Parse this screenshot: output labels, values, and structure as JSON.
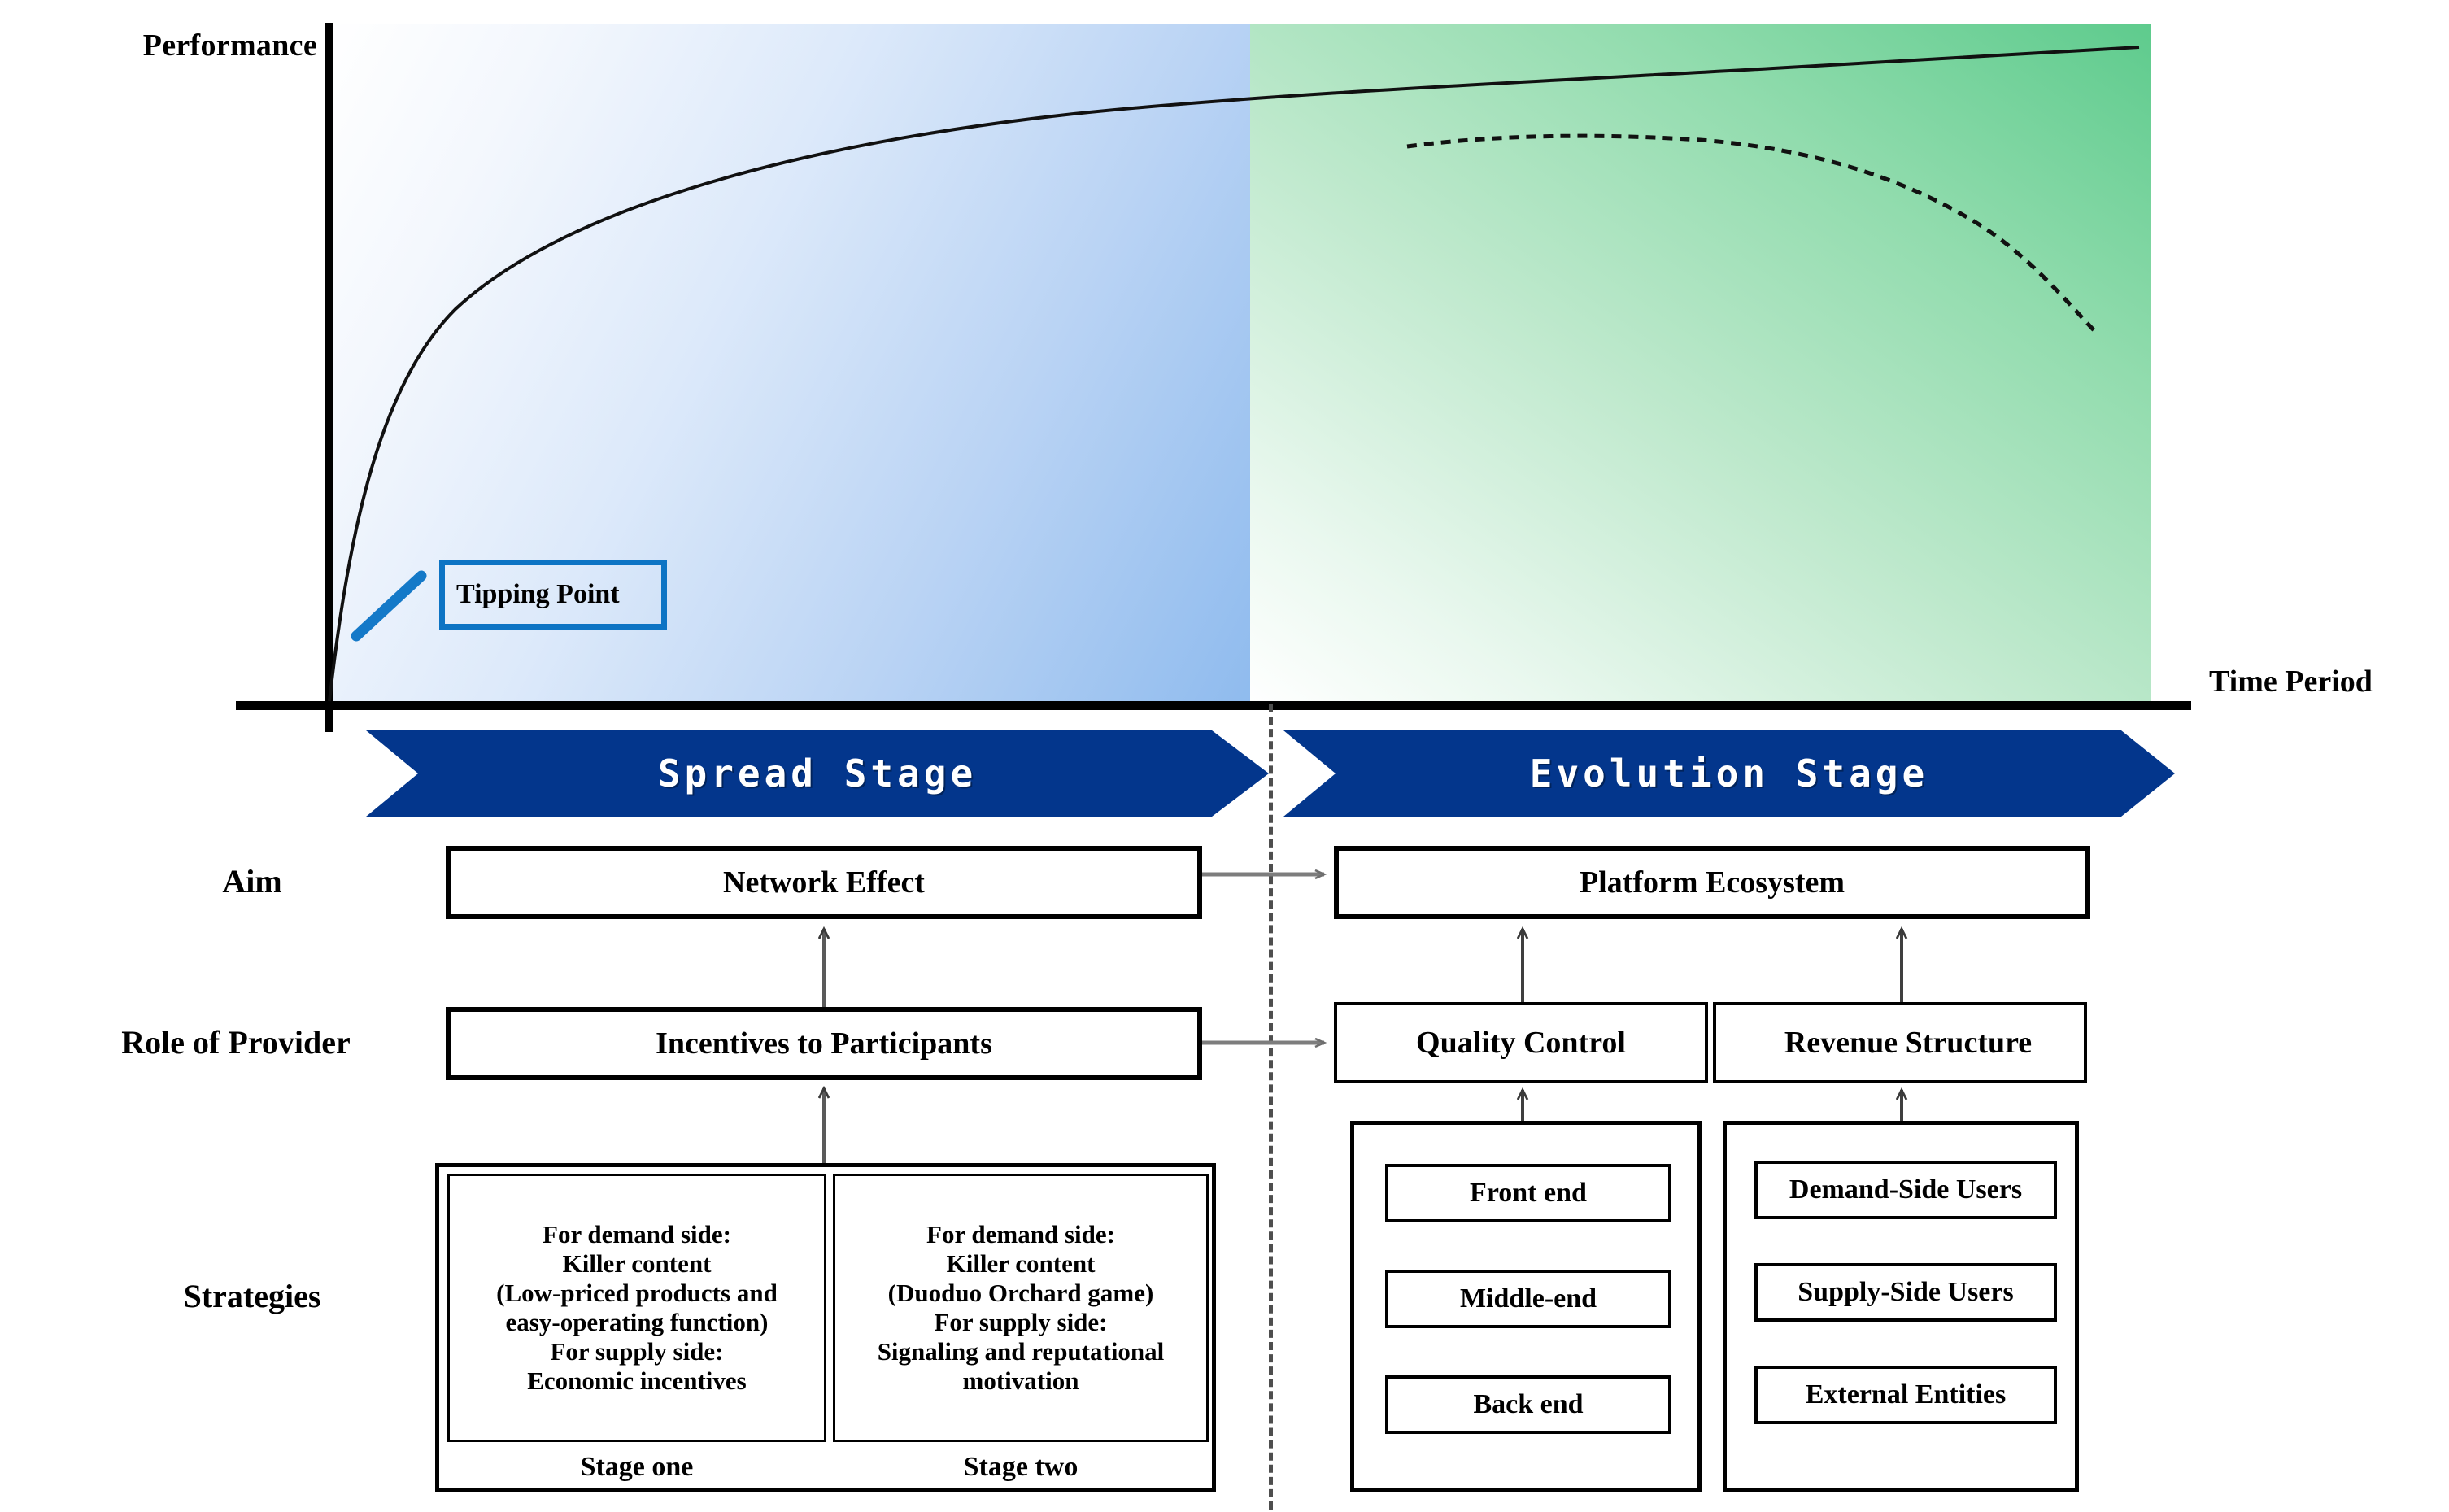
{
  "chart_data": {
    "type": "line",
    "title": "",
    "xlabel": "Time Period",
    "ylabel": "Performance",
    "grid": false,
    "legend": "none",
    "annotations": [
      {
        "label": "Tipping Point",
        "note": "early inflection on the growth curve near the origin"
      }
    ],
    "regions": [
      {
        "label": "Spread Stage",
        "fill": "blue-gradient",
        "x_range": [
          0,
          0.52
        ]
      },
      {
        "label": "Evolution Stage",
        "fill": "green-gradient",
        "x_range": [
          0.52,
          1.0
        ]
      }
    ],
    "series": [
      {
        "name": "Continued growth (solid)",
        "style": "solid",
        "x": [
          0.0,
          0.03,
          0.07,
          0.12,
          0.2,
          0.3,
          0.42,
          0.52,
          0.62,
          0.74,
          0.86,
          1.0
        ],
        "y": [
          0.0,
          0.28,
          0.47,
          0.6,
          0.71,
          0.79,
          0.85,
          0.88,
          0.9,
          0.93,
          0.96,
          1.0
        ]
      },
      {
        "name": "Decline (dashed)",
        "style": "dashed",
        "x": [
          0.52,
          0.6,
          0.68,
          0.76,
          0.84,
          0.9,
          0.95,
          1.0
        ],
        "y": [
          0.88,
          0.89,
          0.89,
          0.88,
          0.84,
          0.78,
          0.72,
          0.68
        ]
      }
    ]
  },
  "chart": {
    "y_axis_label": "Performance",
    "x_axis_label": "Time Period",
    "tipping_point_label": "Tipping Point",
    "accent_blue": "#0d74c4",
    "banner_navy": "#03368c"
  },
  "banners": [
    {
      "label": "Spread Stage"
    },
    {
      "label": "Evolution Stage"
    }
  ],
  "rows": {
    "aim": "Aim",
    "role": "Role of Provider",
    "strategies": "Strategies"
  },
  "aim": {
    "spread": "Network Effect",
    "evolution": "Platform Ecosystem"
  },
  "role": {
    "spread": "Incentives to Participants",
    "evolution_left": "Quality Control",
    "evolution_right": "Revenue Structure"
  },
  "strategies": {
    "stage_one": {
      "caption": "Stage one",
      "lines": [
        "For demand side:",
        "Killer content",
        "(Low-priced products and",
        "easy-operating function)",
        "For supply side:",
        "Economic incentives"
      ]
    },
    "stage_two": {
      "caption": "Stage two",
      "lines": [
        "For demand side:",
        "Killer content",
        "(Duoduo Orchard game)",
        "For supply side:",
        "Signaling and reputational",
        "motivation"
      ]
    },
    "quality_control": [
      "Front end",
      "Middle-end",
      "Back end"
    ],
    "revenue_structure": [
      "Demand-Side Users",
      "Supply-Side Users",
      "External Entities"
    ]
  }
}
